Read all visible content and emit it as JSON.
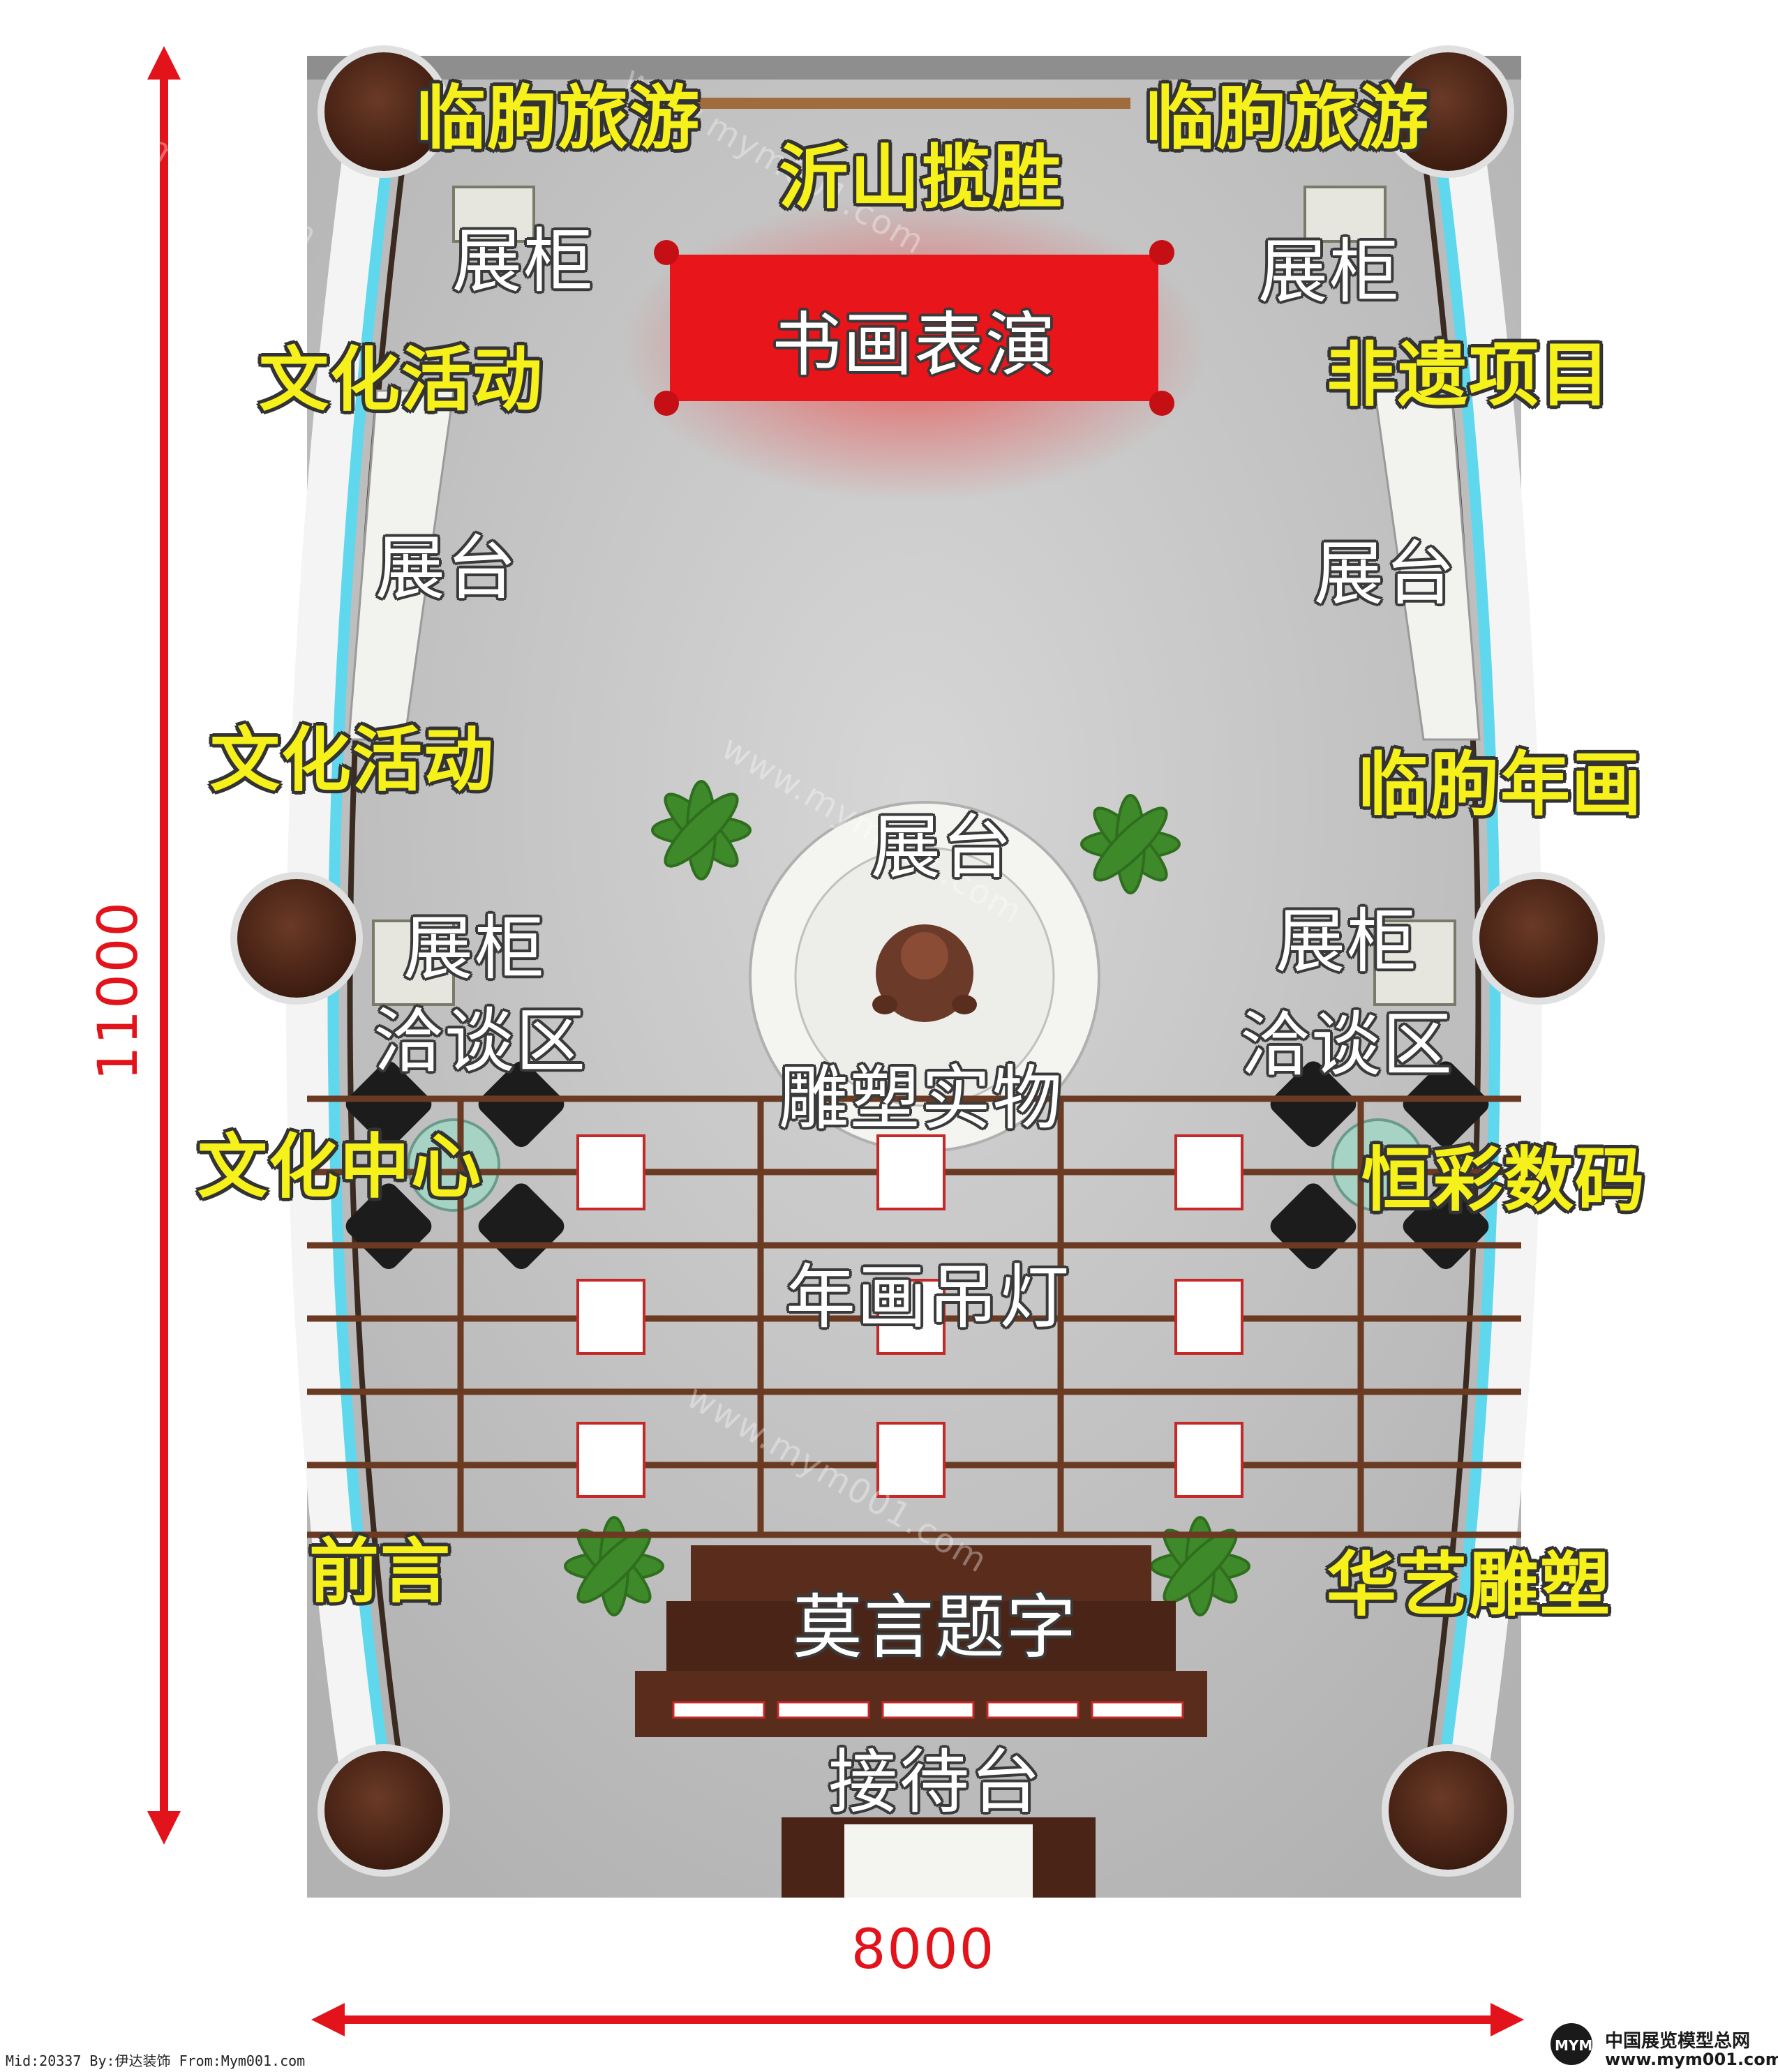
{
  "dimensions": {
    "width": "8000",
    "height": "11000"
  },
  "zones": {
    "linqu_tour_left": "临朐旅游",
    "linqu_tour_right": "临朐旅游",
    "yishan_lansheng": "沂山揽胜",
    "calligraphy_show": "书画表演",
    "culture_event_top": "文化活动",
    "culture_event_mid": "文化活动",
    "heritage_projects": "非遗项目",
    "linqu_new_year_paintings": "临朐年画",
    "culture_center": "文化中心",
    "hengcai_digital": "恒彩数码",
    "preface": "前言",
    "huayi_sculpture": "华艺雕塑"
  },
  "fixtures": {
    "cabinet_top_left": "展柜",
    "cabinet_top_right": "展柜",
    "platform_left": "展台",
    "platform_right": "展台",
    "platform_center": "展台",
    "cabinet_mid_left": "展柜",
    "cabinet_mid_right": "展柜",
    "lounge_left": "洽谈区",
    "lounge_right": "洽谈区",
    "sculpture": "雕塑实物",
    "lanterns": "年画吊灯",
    "moyan_inscription": "莫言题字",
    "reception": "接待台"
  },
  "footer": {
    "credit": "Mid:20337 By:伊达装饰 From:Mym001.com",
    "brand_name": "中国展览模型总网",
    "brand_url": "www.mym001.com",
    "brand_logo_text": "MYM",
    "watermark": "www.mym001.com"
  },
  "colors": {
    "dimension_red": "#e2131a",
    "zone_label_yellow": "#f6f11a",
    "pillar_brown": "#4a2518",
    "banner_red": "#e8151b",
    "light_strip_cyan": "#5fd8ee",
    "floor_gray": "#c7c7c7"
  }
}
